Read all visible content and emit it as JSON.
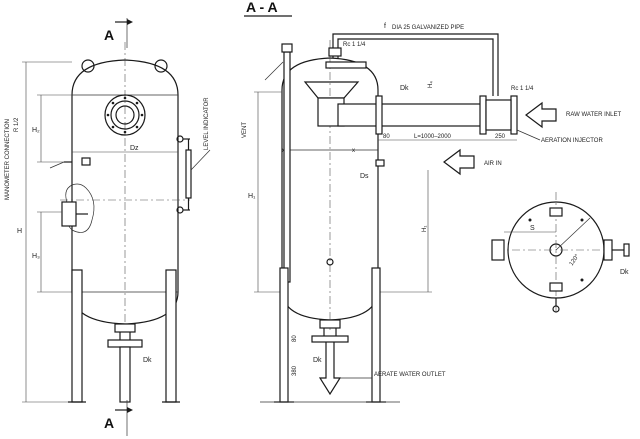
{
  "section_title": "A - A",
  "section_marker": "A",
  "labels": {
    "pipe": "DIA 25 GALVANIZED PIPE",
    "pipe_symbol": "f",
    "rc_top": "Rc 1 1/4",
    "rc_right": "Rc 1 1/4",
    "dk_inlet": "Dk",
    "dk_outlet": "Dk",
    "dk_left": "Dk",
    "dk_plan": "Dk",
    "ds": "Ds",
    "dz": "Dz",
    "raw_water_inlet": "RAW WATER INLET",
    "aeration_injector": "AERATION INJECTOR",
    "air_in": "AIR IN",
    "aerate_water_outlet": "AERATE WATER OUTLET",
    "vent": "VENT",
    "level_indicator": "LEVEL INDICATOR",
    "manometer_connection": "MANOMETER CONNECTION",
    "r_half": "R 1/2",
    "h": "H",
    "h1": "H₁",
    "h2": "H₂",
    "h3": "H₃",
    "h4": "H₄",
    "h1_right": "H₁",
    "dim_80": "80",
    "dim_l": "L=1000–2000",
    "dim_250": "250",
    "dim_80_bottom": "80",
    "dim_380": "380",
    "s": "S",
    "angle_120": "120°"
  }
}
